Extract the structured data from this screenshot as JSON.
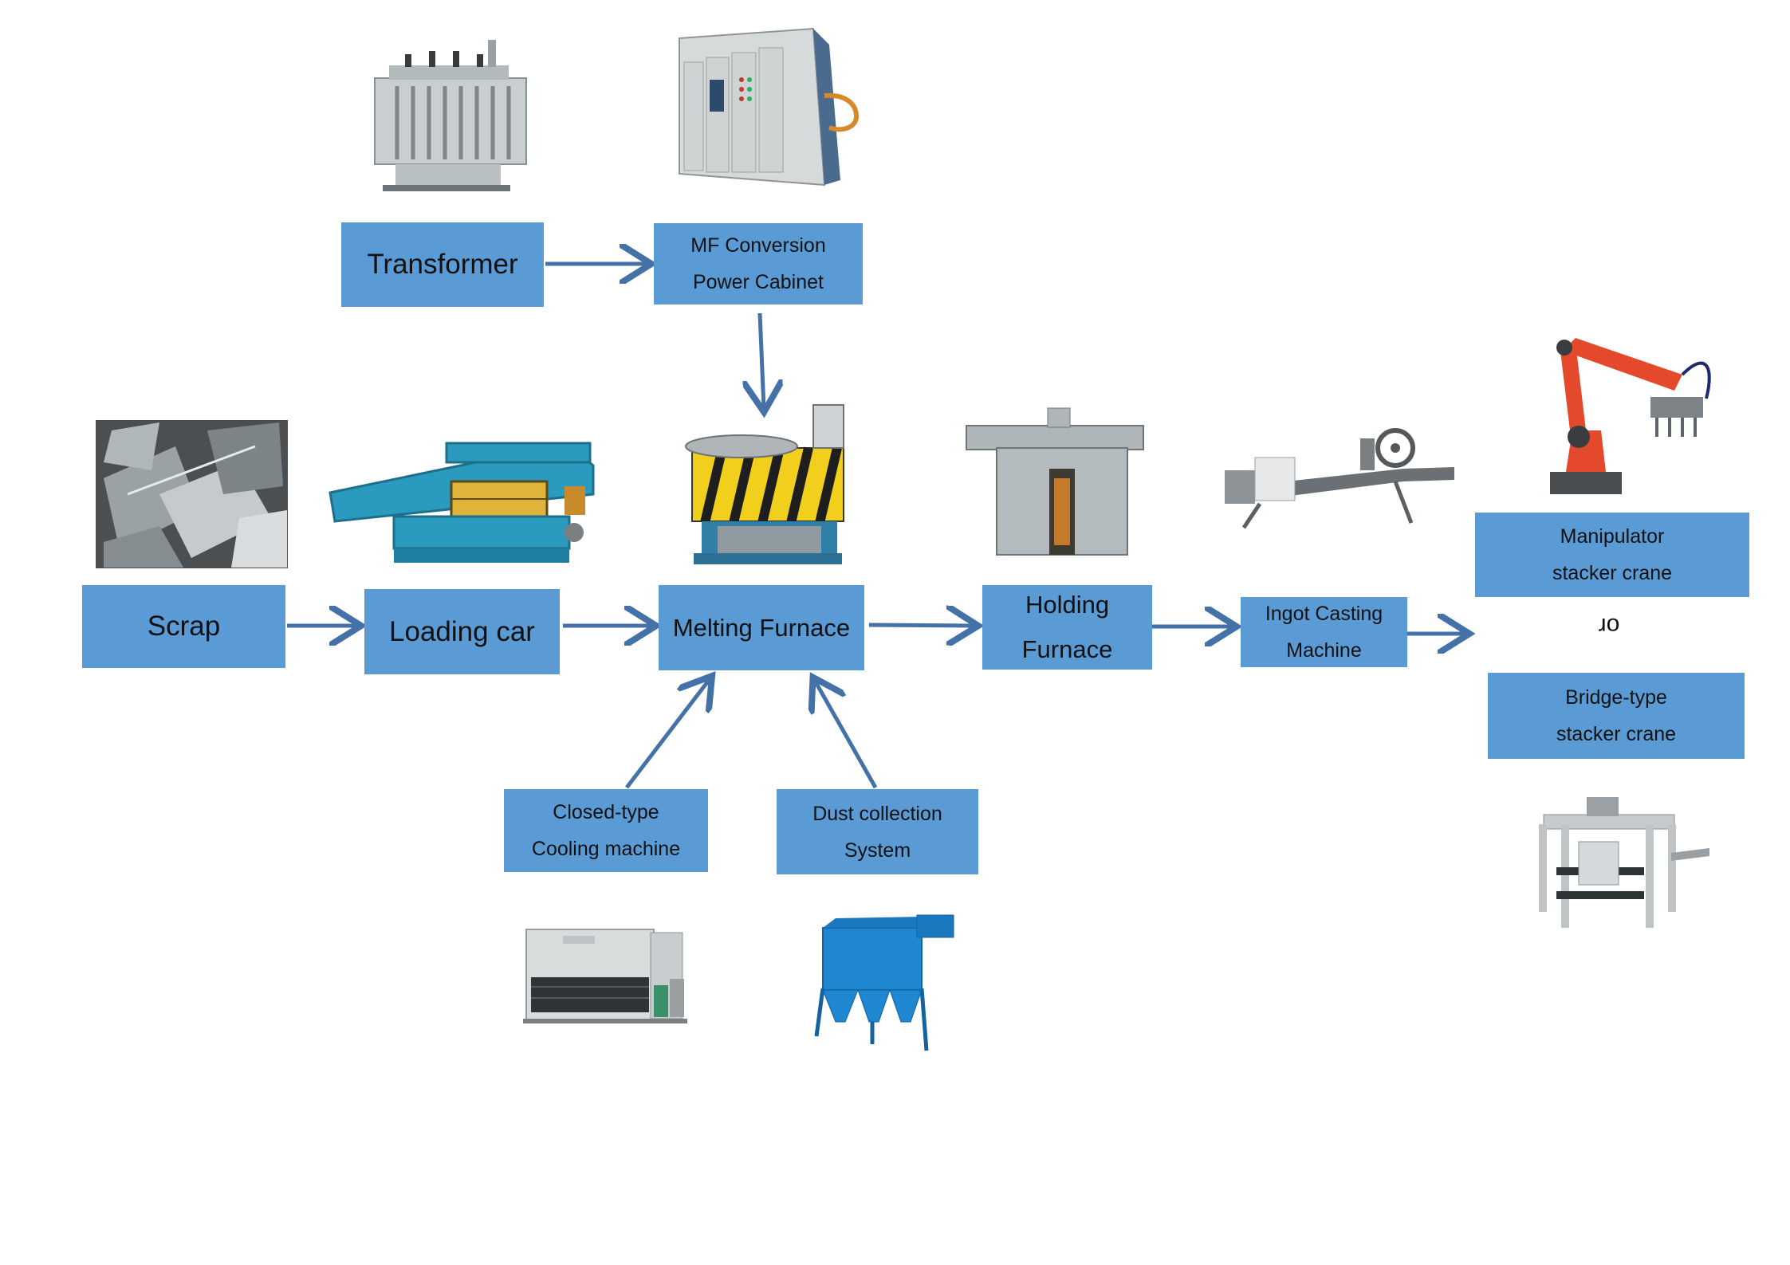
{
  "nodes": {
    "transformer": {
      "lines": [
        "Transformer"
      ]
    },
    "mf_cabinet": {
      "lines": [
        "MF Conversion",
        "Power Cabinet"
      ]
    },
    "scrap": {
      "lines": [
        "Scrap"
      ]
    },
    "loading_car": {
      "lines": [
        "Loading car"
      ]
    },
    "melting_furnace": {
      "lines": [
        "Melting Furnace"
      ]
    },
    "holding_furnace": {
      "lines": [
        "Holding",
        "Furnace"
      ]
    },
    "ingot_casting": {
      "lines": [
        "Ingot Casting",
        "Machine"
      ]
    },
    "manipulator": {
      "lines": [
        "Manipulator",
        "stacker crane"
      ]
    },
    "bridge_crane": {
      "lines": [
        "Bridge-type",
        "stacker crane"
      ]
    },
    "cooling": {
      "lines": [
        "Closed-type",
        "Cooling machine"
      ]
    },
    "dust": {
      "lines": [
        "Dust collection",
        "System"
      ]
    }
  },
  "separator": "or",
  "colors": {
    "box_fill": "#5b9bd5",
    "arrow": "#4472a8",
    "text": "#111111"
  },
  "icons": [
    "transformer-image",
    "power-cabinet-image",
    "scrap-metal-image",
    "vibrating-feeder-image",
    "melting-furnace-image",
    "holding-furnace-image",
    "ingot-casting-machine-image",
    "robot-arm-image",
    "bridge-crane-image",
    "cooling-tower-image",
    "dust-collector-image"
  ]
}
